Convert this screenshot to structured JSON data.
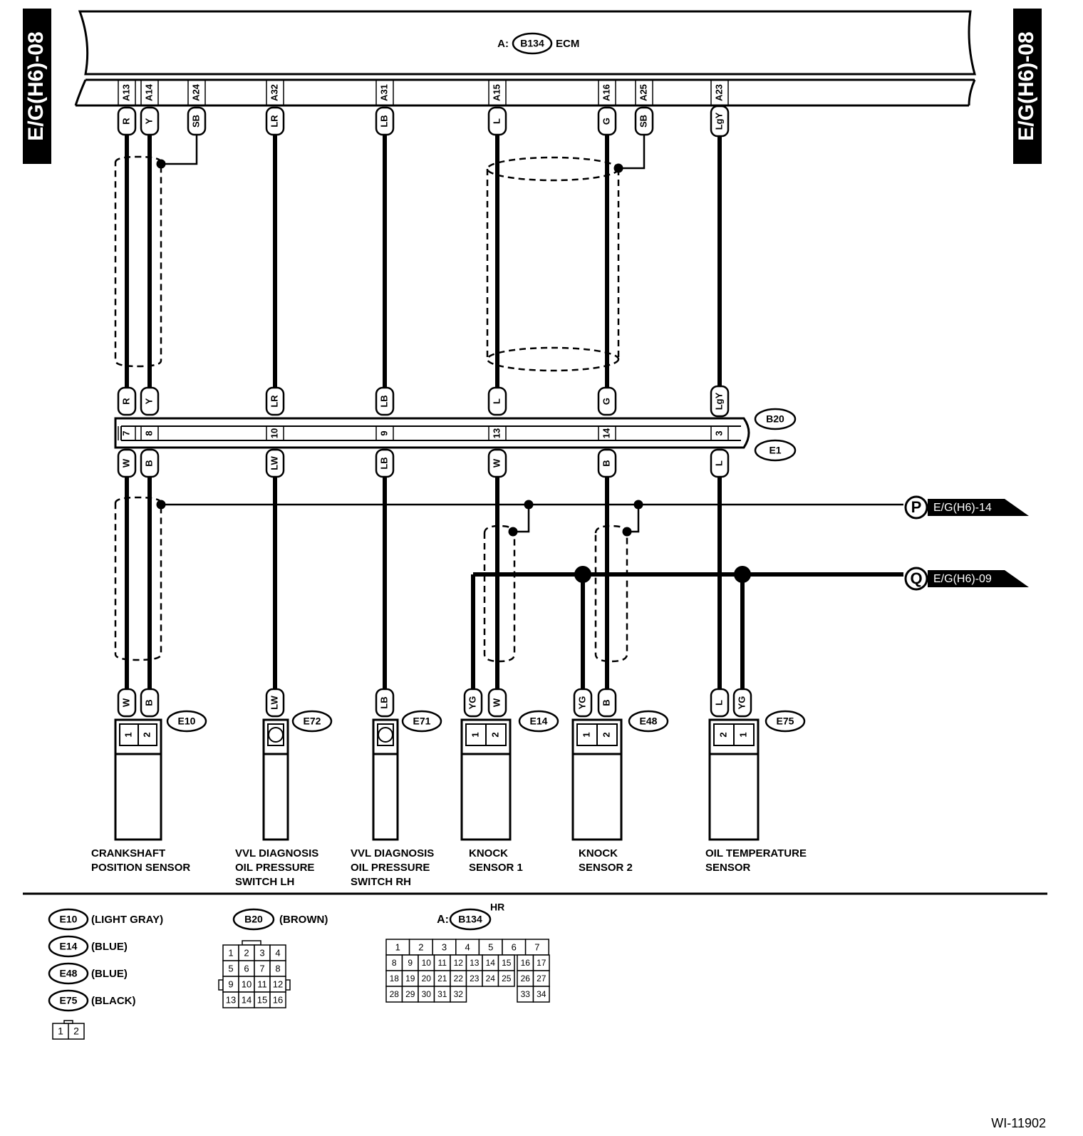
{
  "side_tabs": {
    "left": "E/G(H6)-08",
    "right": "E/G(H6)-08"
  },
  "ecm": {
    "prefix": "A:",
    "connector": "B134",
    "name": "ECM"
  },
  "wires": [
    {
      "id": "w1",
      "pin": "A13",
      "top": "R",
      "b20": "7",
      "bottom": "W"
    },
    {
      "id": "w2",
      "pin": "A14",
      "top": "Y",
      "b20": "8",
      "bottom": "B"
    },
    {
      "id": "w3",
      "pin": "A24",
      "top": "SB"
    },
    {
      "id": "w4",
      "pin": "A32",
      "top": "LR",
      "b20": "10",
      "bottom": "LW"
    },
    {
      "id": "w5",
      "pin": "A31",
      "top": "LB",
      "b20": "9",
      "bottom": "LB"
    },
    {
      "id": "w6",
      "pin": "A15",
      "top": "L",
      "b20": "13",
      "bottom": "W"
    },
    {
      "id": "w7",
      "pin": "A16",
      "top": "G",
      "b20": "14",
      "bottom": "B"
    },
    {
      "id": "w8",
      "pin": "A25",
      "top": "SB"
    },
    {
      "id": "w9",
      "pin": "A23",
      "top": "LgY",
      "b20": "3",
      "bottom": "L"
    }
  ],
  "joint_connectors": {
    "upper": "B20",
    "lower": "E1"
  },
  "references": [
    {
      "letter": "P",
      "page": "E/G(H6)-14"
    },
    {
      "letter": "Q",
      "page": "E/G(H6)-09"
    }
  ],
  "sensor_wire_labels": {
    "e10": [
      "W",
      "B"
    ],
    "e72": [
      "LW"
    ],
    "e71": [
      "LB"
    ],
    "e14": [
      "YG",
      "W"
    ],
    "e48": [
      "YG",
      "B"
    ],
    "e75": [
      "L",
      "YG"
    ]
  },
  "sensor_pins": {
    "e10": [
      "1",
      "2"
    ],
    "e14": [
      "1",
      "2"
    ],
    "e48": [
      "1",
      "2"
    ],
    "e75": [
      "2",
      "1"
    ]
  },
  "sensors": [
    {
      "id": "E10",
      "lines": [
        "CRANKSHAFT",
        "POSITION SENSOR"
      ]
    },
    {
      "id": "E72",
      "lines": [
        "VVL DIAGNOSIS",
        "OIL PRESSURE",
        "SWITCH LH"
      ]
    },
    {
      "id": "E71",
      "lines": [
        "VVL DIAGNOSIS",
        "OIL PRESSURE",
        "SWITCH RH"
      ]
    },
    {
      "id": "E14",
      "lines": [
        "KNOCK",
        "SENSOR 1"
      ]
    },
    {
      "id": "E48",
      "lines": [
        "KNOCK",
        "SENSOR 2"
      ]
    },
    {
      "id": "E75",
      "lines": [
        "OIL TEMPERATURE",
        "SENSOR"
      ]
    }
  ],
  "legend": {
    "connectors": [
      {
        "id": "E10",
        "color": "(LIGHT GRAY)"
      },
      {
        "id": "E14",
        "color": "(BLUE)"
      },
      {
        "id": "E48",
        "color": "(BLUE)"
      },
      {
        "id": "E75",
        "color": "(BLACK)"
      }
    ],
    "two_pin": [
      "1",
      "2"
    ],
    "b20": {
      "id": "B20",
      "color": "(BROWN)",
      "rows": [
        [
          "1",
          "2",
          "3",
          "4"
        ],
        [
          "5",
          "6",
          "7",
          "8"
        ],
        [
          "9",
          "10",
          "11",
          "12"
        ],
        [
          "13",
          "14",
          "15",
          "16"
        ]
      ]
    },
    "b134": {
      "prefix": "A:",
      "id": "B134",
      "tag": "HR",
      "row1": [
        "1",
        "2",
        "3",
        "4",
        "5",
        "6",
        "7"
      ],
      "row2": [
        "8",
        "9",
        "10",
        "11",
        "12",
        "13",
        "14",
        "15",
        "16",
        "17"
      ],
      "row3": [
        "18",
        "19",
        "20",
        "21",
        "22",
        "23",
        "24",
        "25",
        "26",
        "27"
      ],
      "row4": [
        "28",
        "29",
        "30",
        "31",
        "32",
        "33",
        "34"
      ]
    }
  },
  "figure_id": "WI-11902"
}
